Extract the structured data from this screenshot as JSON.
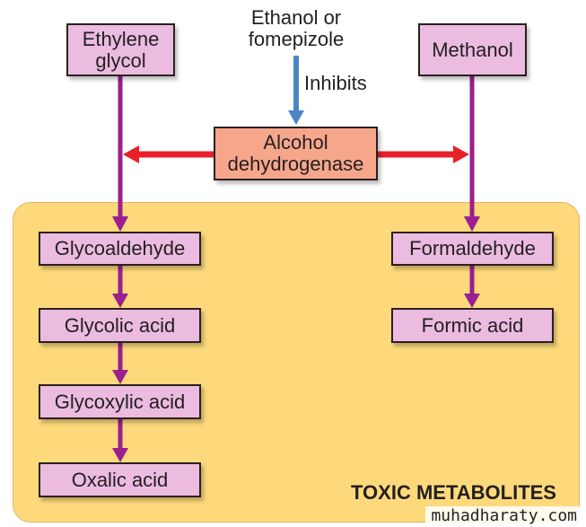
{
  "sources": {
    "ethylene_glycol": "Ethylene glycol",
    "methanol": "Methanol"
  },
  "inhibitor": {
    "label": "Ethanol or fomepizole",
    "action": "Inhibits"
  },
  "enzyme": "Alcohol dehydrogenase",
  "ethylene_glycol_pathway": [
    "Glycoaldehyde",
    "Glycolic acid",
    "Glycoxylic acid",
    "Oxalic acid"
  ],
  "methanol_pathway": [
    "Formaldehyde",
    "Formic acid"
  ],
  "panel_title": "TOXIC METABOLITES",
  "watermark": "muhadharaty.com",
  "colors": {
    "metabolite_box": "#ebbbe0",
    "enzyme_box": "#f6a68b",
    "panel": "#fdd97c",
    "purple_arrow": "#9b1f8f",
    "red_arrow": "#e8202a",
    "blue_arrow": "#4a86c5"
  }
}
